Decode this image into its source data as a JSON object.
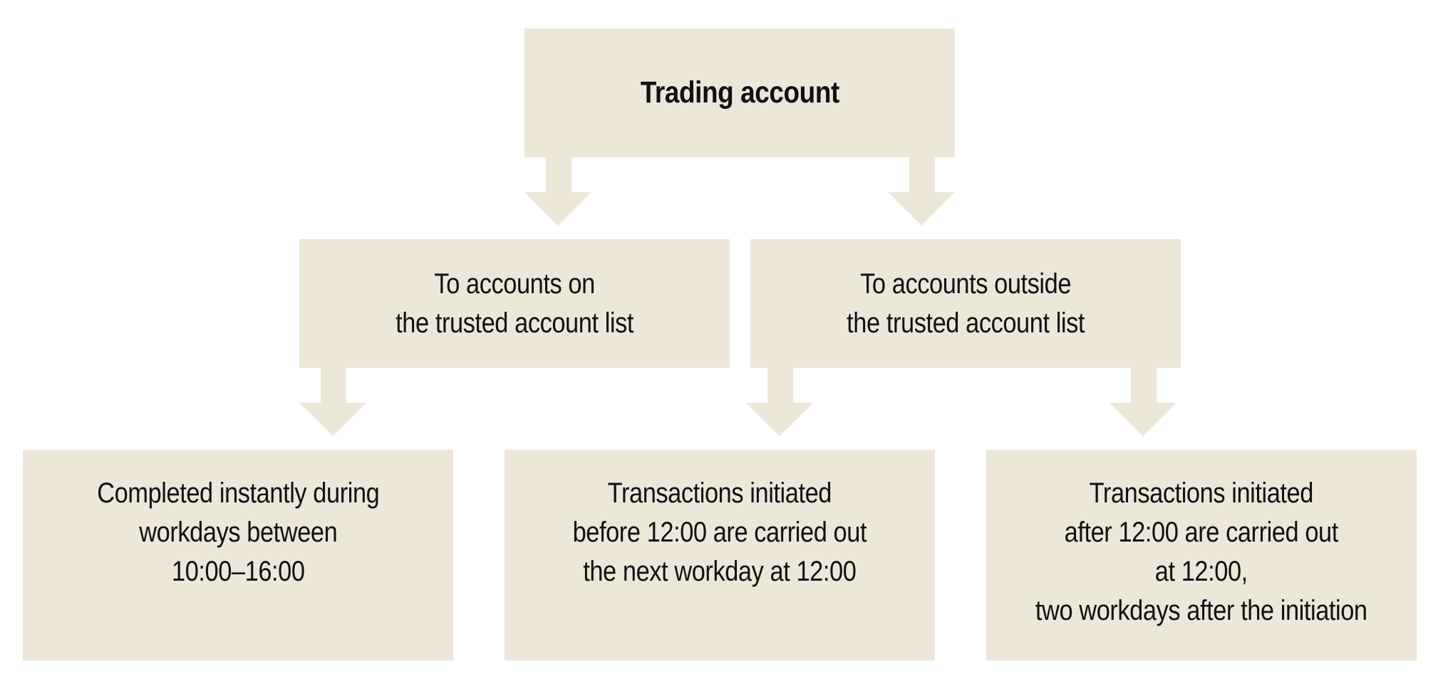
{
  "diagram": {
    "root": {
      "label": "Trading account"
    },
    "branches": [
      {
        "label": "To accounts on\nthe trusted account list"
      },
      {
        "label": "To accounts outside\nthe trusted account list"
      }
    ],
    "leaves": [
      {
        "label": "Completed instantly during\nworkdays between\n10:00–16:00"
      },
      {
        "label": "Transactions initiated\nbefore 12:00 are carried out\nthe next workday at 12:00"
      },
      {
        "label": "Transactions initiated\nafter 12:00 are carried out\nat 12:00,\ntwo workdays after the initiation"
      }
    ],
    "colors": {
      "box_fill": "#ede7da",
      "text": "#111111"
    }
  }
}
